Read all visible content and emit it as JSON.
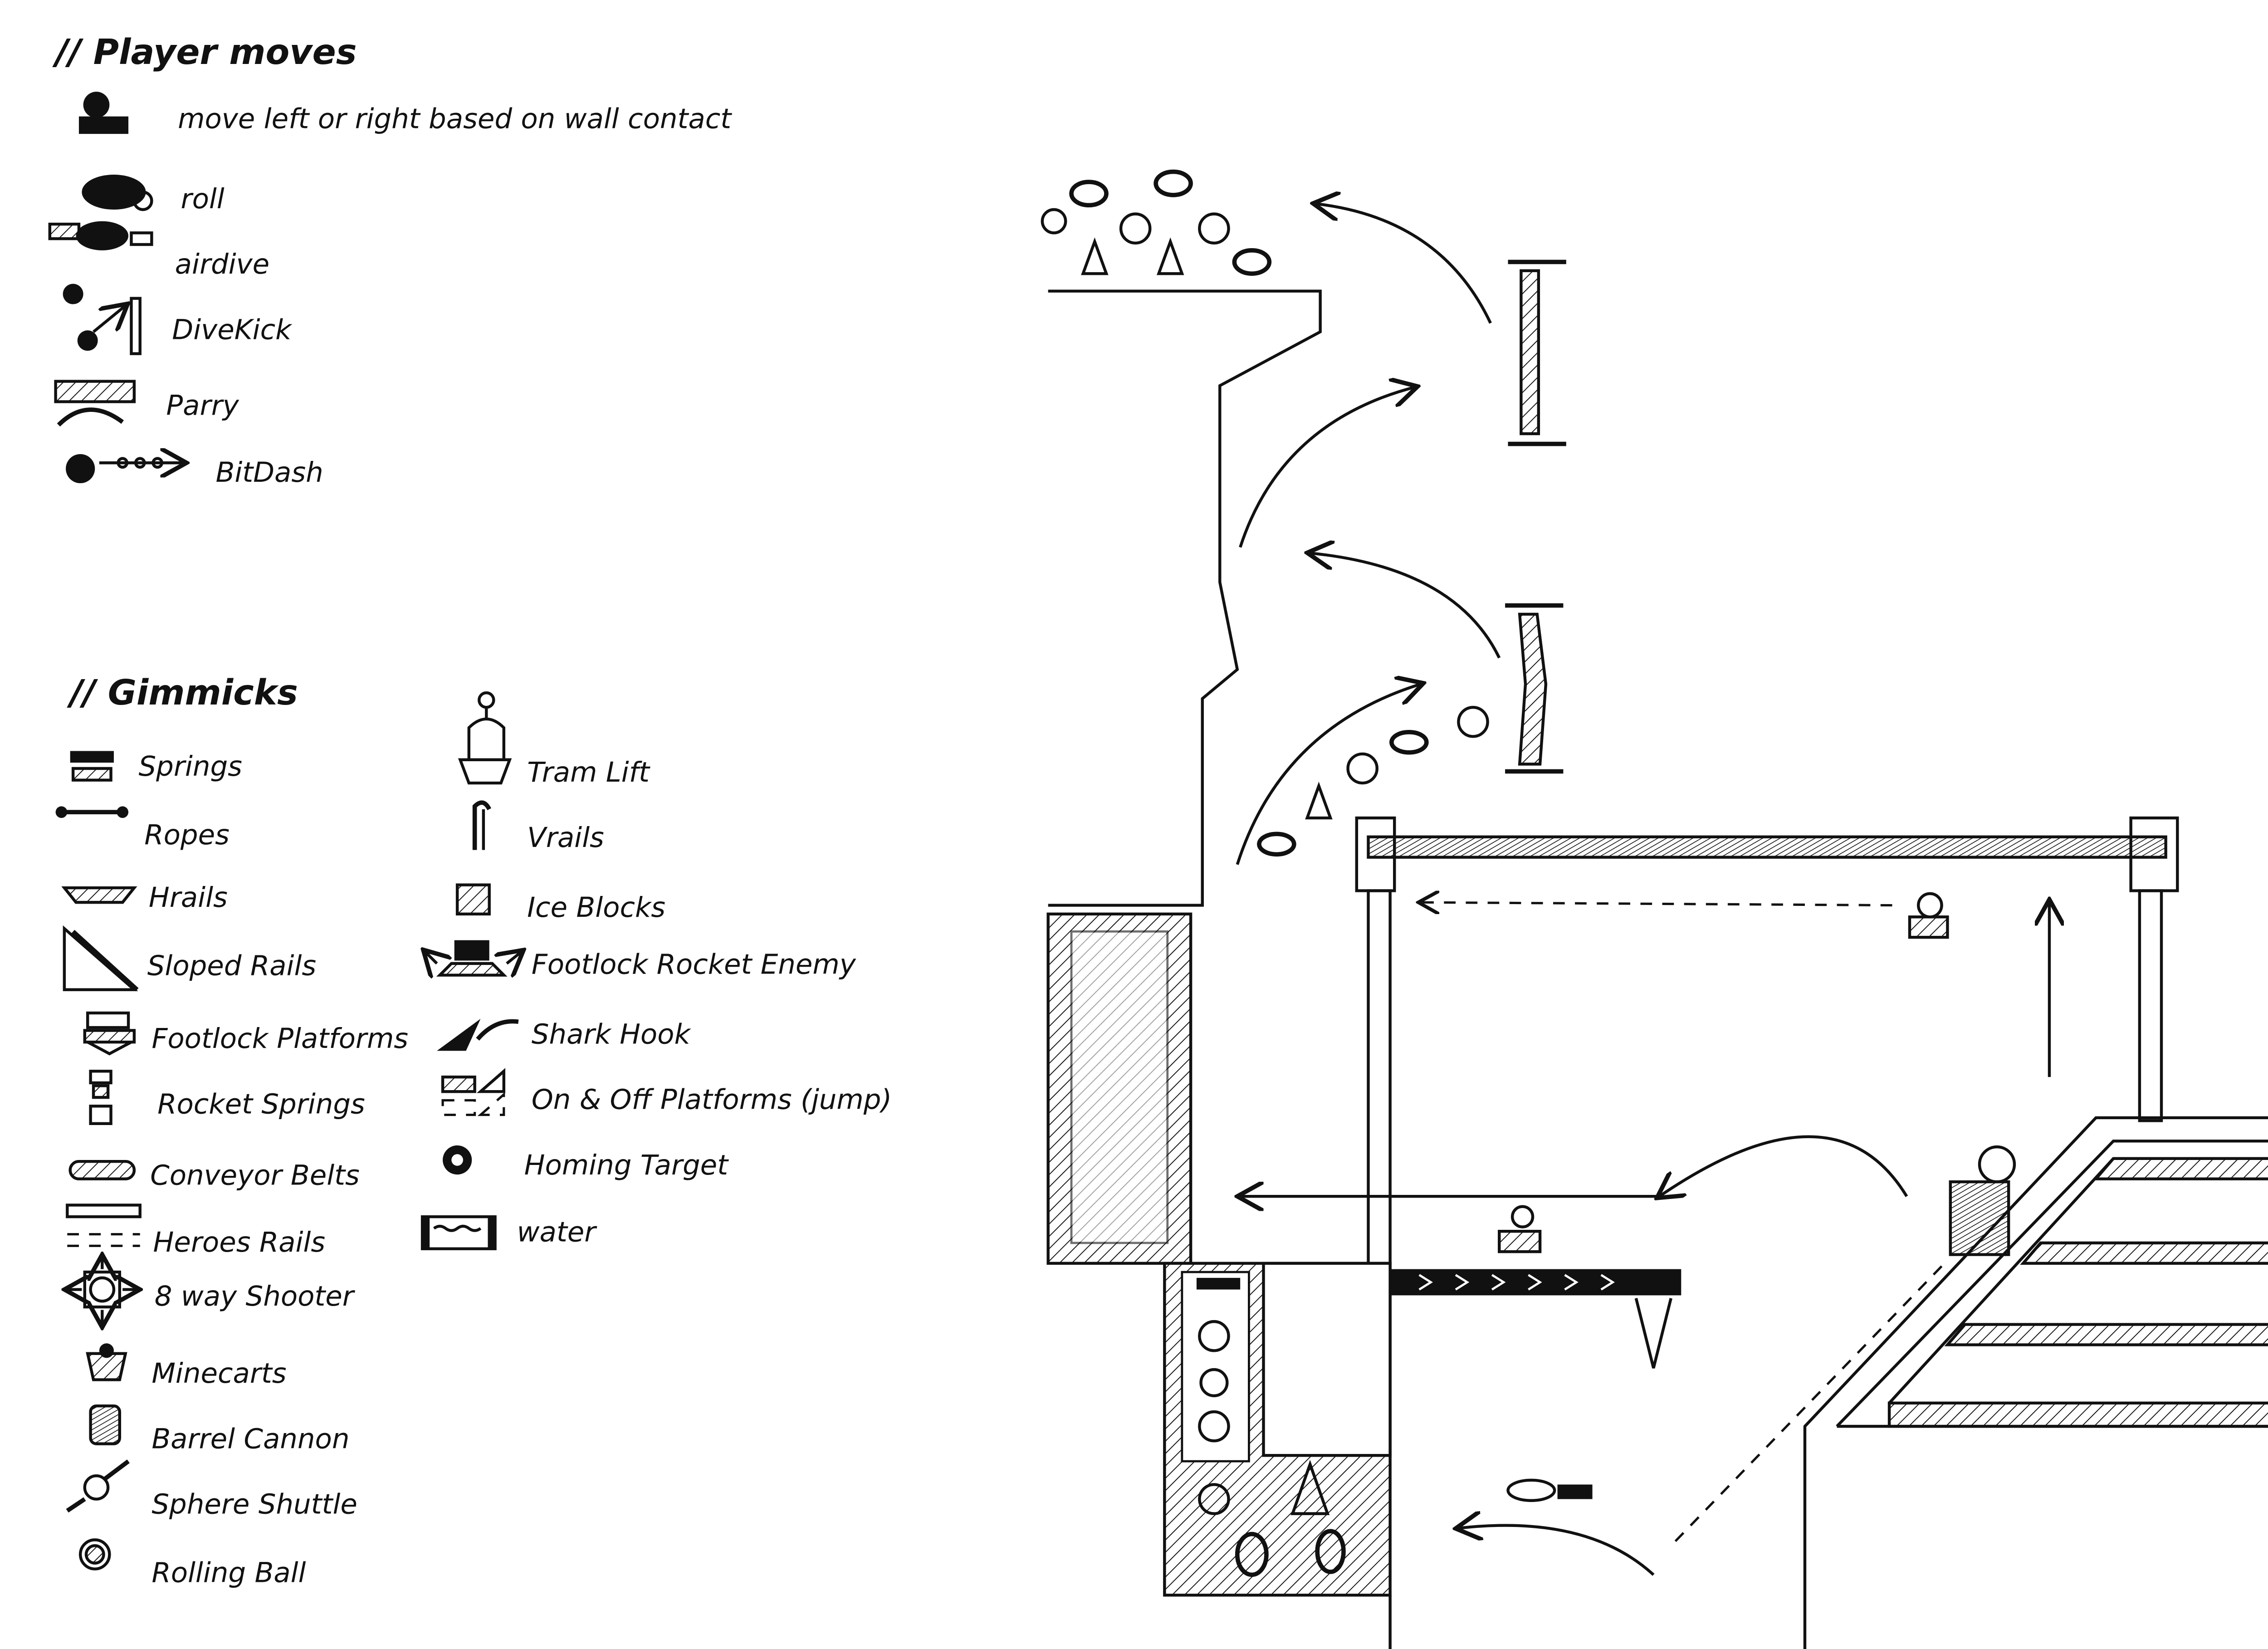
{
  "player_moves": {
    "heading": "// Player moves",
    "items": [
      {
        "icon": "wall-contact-icon",
        "label": "move left or right based on wall contact"
      },
      {
        "icon": "roll-icon",
        "label": "roll"
      },
      {
        "icon": "airdive-icon",
        "label": "airdive"
      },
      {
        "icon": "divekick-icon",
        "label": "DiveKick"
      },
      {
        "icon": "parry-icon",
        "label": "Parry"
      },
      {
        "icon": "bitdash-icon",
        "label": "BitDash"
      }
    ]
  },
  "gimmicks": {
    "heading": "// Gimmicks",
    "left": [
      {
        "icon": "spring-icon",
        "label": "Springs"
      },
      {
        "icon": "rope-icon",
        "label": "Ropes"
      },
      {
        "icon": "hrail-icon",
        "label": "Hrails"
      },
      {
        "icon": "sloped-rail-icon",
        "label": "Sloped Rails"
      },
      {
        "icon": "footlock-platform-icon",
        "label": "Footlock Platforms"
      },
      {
        "icon": "rocket-spring-icon",
        "label": "Rocket Springs"
      },
      {
        "icon": "conveyor-belt-icon",
        "label": "Conveyor Belts"
      },
      {
        "icon": "heroes-rail-icon",
        "label": "Heroes Rails"
      },
      {
        "icon": "8-way-shooter-icon",
        "label": "8 way Shooter"
      },
      {
        "icon": "minecart-icon",
        "label": "Minecarts"
      },
      {
        "icon": "barrel-cannon-icon",
        "label": "Barrel Cannon"
      },
      {
        "icon": "sphere-shuttle-icon",
        "label": "Sphere Shuttle"
      },
      {
        "icon": "rolling-ball-icon",
        "label": "Rolling Ball"
      }
    ],
    "right": [
      {
        "icon": "tram-lift-icon",
        "label": "Tram Lift"
      },
      {
        "icon": "vrail-icon",
        "label": "Vrails"
      },
      {
        "icon": "ice-block-icon",
        "label": "Ice Blocks"
      },
      {
        "icon": "footlock-rocket-enemy-icon",
        "label": "Footlock Rocket Enemy"
      },
      {
        "icon": "shark-hook-icon",
        "label": "Shark Hook"
      },
      {
        "icon": "on-off-platform-icon",
        "label": "On & Off Platforms (jump)"
      },
      {
        "icon": "homing-target-icon",
        "label": "Homing Target"
      },
      {
        "icon": "water-icon",
        "label": "water"
      }
    ]
  },
  "colors": {
    "ink": "#111111",
    "paper": "#ffffff"
  }
}
